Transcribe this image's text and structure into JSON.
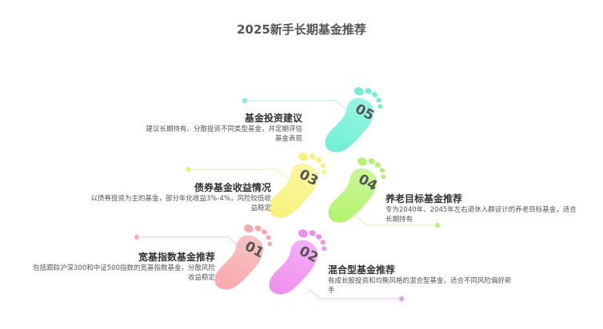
{
  "title": "2025新手长期基金推荐",
  "steps": [
    {
      "num": "01",
      "label": "宽基指数基金推荐",
      "desc": "包括跟踪沪深300和中证500指数的宽基指数基金，分散风险收益稳定",
      "color": "#f7a9ac"
    },
    {
      "num": "02",
      "label": "混合型基金推荐",
      "desc": "有成长股投资和均衡风格的混合型基金，适合不同风险偏好新手",
      "color": "#f08ef0"
    },
    {
      "num": "03",
      "label": "债券基金收益情况",
      "desc": "以债券投资为主的基金，部分年化收益3%-4%，风险较低收益稳定",
      "color": "#f8f27a"
    },
    {
      "num": "04",
      "label": "养老目标基金推荐",
      "desc": "专为2040年、2045年左右退休人群设计的养老目标基金，适合长期持有",
      "color": "#b3f36e"
    },
    {
      "num": "05",
      "label": "基金投资建议",
      "desc": "建议长期持有、分散投资不同类型基金，并定期评估基金表现",
      "color": "#6ff0d6"
    }
  ]
}
